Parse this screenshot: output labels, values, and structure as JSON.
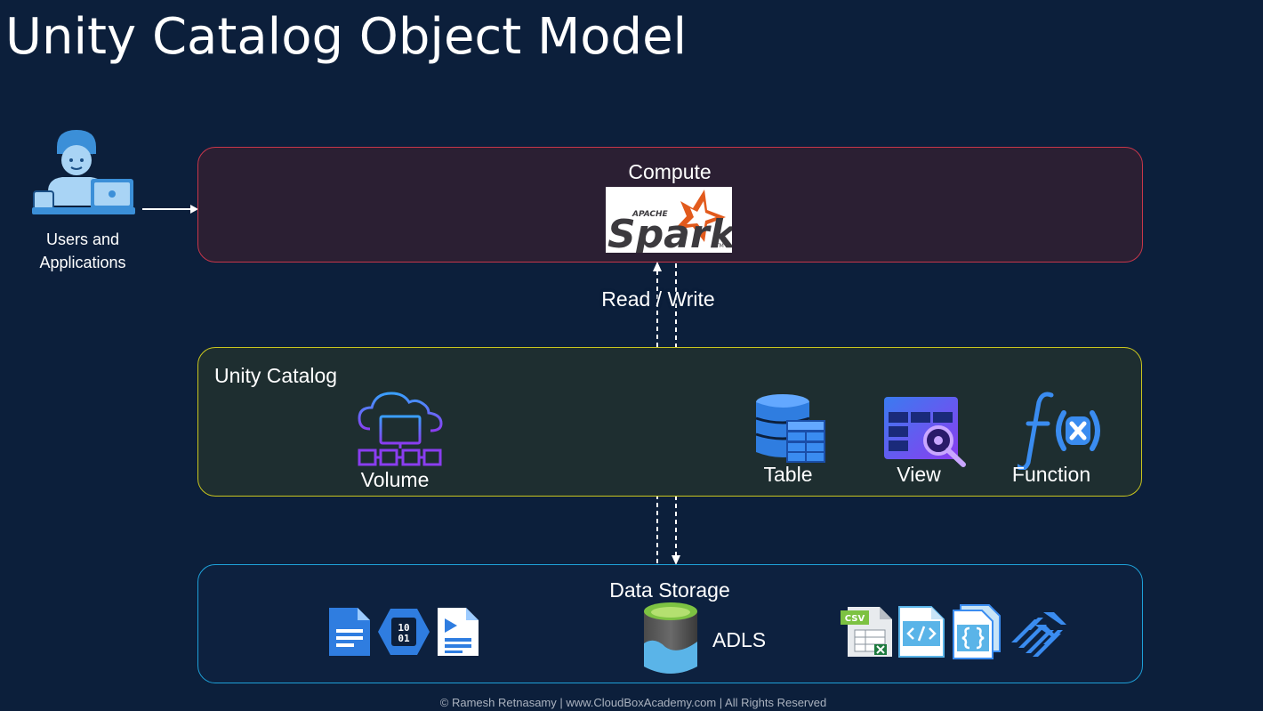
{
  "slide": {
    "title": "Unity Catalog Object Model",
    "footer": "© Ramesh Retnasamy | www.CloudBoxAcademy.com | All Rights Reserved"
  },
  "actor": {
    "label_line1": "Users and",
    "label_line2": "Applications",
    "icon": "user-laptop-icon"
  },
  "compute": {
    "label": "Compute",
    "logo_small": "APACHE",
    "logo_big": "Spark",
    "logo_tm": "TM",
    "colors": {
      "border": "#c8364a",
      "fill": "#2b1f33"
    }
  },
  "connector": {
    "label": "Read / Write"
  },
  "unity_catalog": {
    "label": "Unity Catalog",
    "colors": {
      "border": "#c9c51e",
      "fill": "#1e2e30"
    },
    "objects": [
      {
        "label": "Volume",
        "icon": "cloud-folder-icon"
      },
      {
        "label": "Table",
        "icon": "database-table-icon"
      },
      {
        "label": "View",
        "icon": "table-view-icon"
      },
      {
        "label": "Function",
        "icon": "function-icon"
      }
    ]
  },
  "data_storage": {
    "label": "Data Storage",
    "colors": {
      "border": "#1ea0d8",
      "fill": "#0d213f"
    },
    "store_label": "ADLS",
    "binary_text_top": "10",
    "binary_text_bottom": "01",
    "csv_tag": "CSV",
    "file_icons": [
      "document-icon",
      "binary-file-icon",
      "media-file-icon",
      "csv-file-icon",
      "xml-file-icon",
      "json-file-icon",
      "parquet-icon"
    ]
  }
}
